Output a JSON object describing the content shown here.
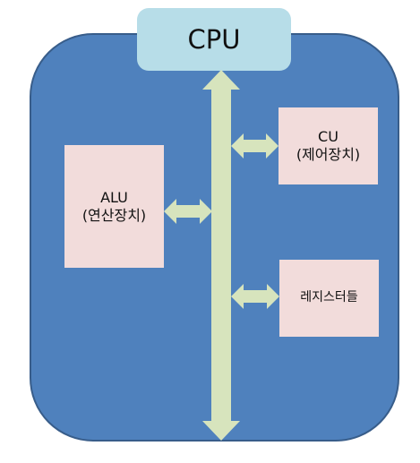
{
  "title": "CPU",
  "components": {
    "alu": {
      "name": "ALU",
      "description": "(연산장치)"
    },
    "cu": {
      "name": "CU",
      "description": "(제어장치)"
    },
    "registers": {
      "name": "레지스터들"
    }
  },
  "colors": {
    "container_fill": "#4f81bd",
    "container_stroke": "#385d8a",
    "title_box": "#b7dde8",
    "component_box": "#f2dcdb",
    "bus_arrow": "#d7e4bd"
  }
}
